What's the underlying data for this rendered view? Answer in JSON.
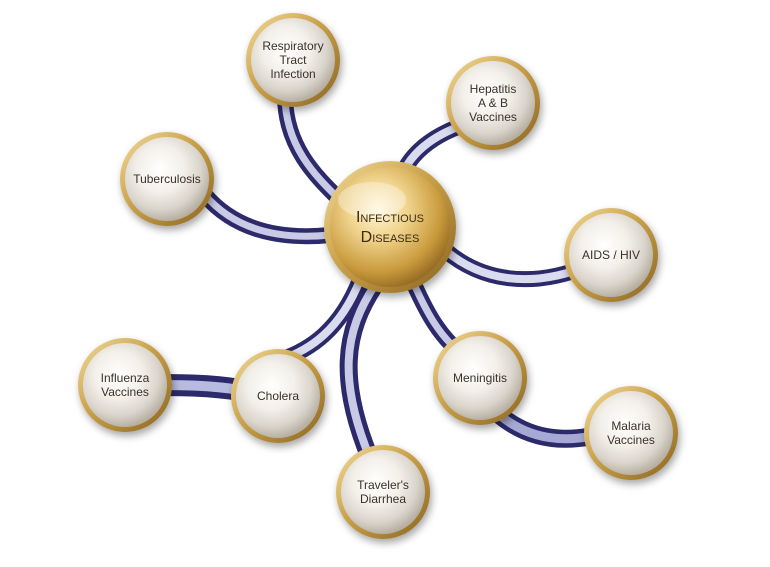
{
  "hub": {
    "lines": [
      "Infectious",
      "Diseases"
    ]
  },
  "nodes": [
    {
      "id": "respiratory",
      "lines": [
        "Respiratory",
        "Tract",
        "Infection"
      ]
    },
    {
      "id": "hepatitis",
      "lines": [
        "Hepatitis",
        "A & B",
        "Vaccines"
      ]
    },
    {
      "id": "tuberculosis",
      "lines": [
        "Tuberculosis"
      ]
    },
    {
      "id": "aids",
      "lines": [
        "AIDS / HIV"
      ]
    },
    {
      "id": "meningitis",
      "lines": [
        "Meningitis"
      ]
    },
    {
      "id": "malaria",
      "lines": [
        "Malaria",
        "Vaccines"
      ]
    },
    {
      "id": "influenza",
      "lines": [
        "Influenza",
        "Vaccines"
      ]
    },
    {
      "id": "cholera",
      "lines": [
        "Cholera"
      ]
    },
    {
      "id": "travelers",
      "lines": [
        "Traveler's",
        "Diarrhea"
      ]
    }
  ],
  "colors": {
    "gold": "#c9a14a",
    "connector_dark": "#2c2a6b",
    "connector_light": "#c9cbe6"
  }
}
